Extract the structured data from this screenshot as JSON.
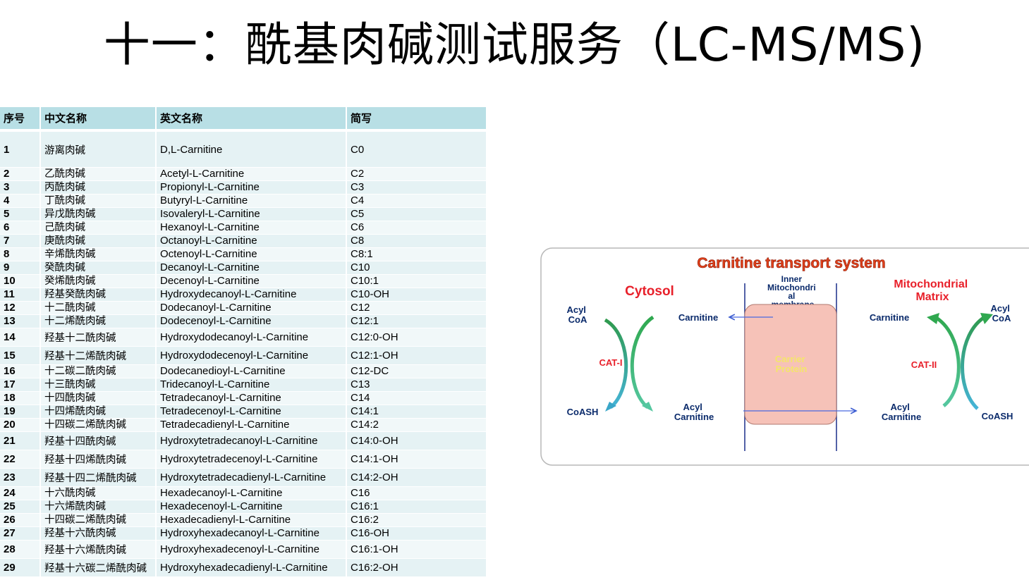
{
  "slide": {
    "title": "十一：酰基肉碱测试服务（LC-MS/MS)"
  },
  "table": {
    "headers": [
      "序号",
      "中文名称",
      "英文名称",
      "简写"
    ],
    "rows": [
      {
        "no": "1",
        "cn": "游离肉碱",
        "en": "D,L-Carnitine",
        "abbr": "C0",
        "size": "tall"
      },
      {
        "no": "2",
        "cn": "乙酰肉碱",
        "en": "Acetyl-L-Carnitine",
        "abbr": "C2",
        "size": "std"
      },
      {
        "no": "3",
        "cn": "丙酰肉碱",
        "en": "Propionyl-L-Carnitine",
        "abbr": "C3",
        "size": "std"
      },
      {
        "no": "4",
        "cn": "丁酰肉碱",
        "en": "Butyryl-L-Carnitine",
        "abbr": "C4",
        "size": "std"
      },
      {
        "no": "5",
        "cn": "异戊酰肉碱",
        "en": "Isovaleryl-L-Carnitine",
        "abbr": "C5",
        "size": "std"
      },
      {
        "no": "6",
        "cn": "己酰肉碱",
        "en": "Hexanoyl-L-Carnitine",
        "abbr": "C6",
        "size": "std"
      },
      {
        "no": "7",
        "cn": "庚酰肉碱",
        "en": "Octanoyl-L-Carnitine",
        "abbr": "C8",
        "size": "std"
      },
      {
        "no": "8",
        "cn": "辛烯酰肉碱",
        "en": "Octenoyl-L-Carnitine",
        "abbr": "C8:1",
        "size": "std"
      },
      {
        "no": "9",
        "cn": "癸酰肉碱",
        "en": "Decanoyl-L-Carnitine",
        "abbr": "C10",
        "size": "std"
      },
      {
        "no": "10",
        "cn": "癸烯酰肉碱",
        "en": "Decenoyl-L-Carnitine",
        "abbr": "C10:1",
        "size": "std"
      },
      {
        "no": "11",
        "cn": "羟基癸酰肉碱",
        "en": "Hydroxydecanoyl-L-Carnitine",
        "abbr": "C10-OH",
        "size": "std"
      },
      {
        "no": "12",
        "cn": "十二酰肉碱",
        "en": "Dodecanoyl-L-Carnitine",
        "abbr": "C12",
        "size": "std"
      },
      {
        "no": "13",
        "cn": "十二烯酰肉碱",
        "en": "Dodecenoyl-L-Carnitine",
        "abbr": "C12:1",
        "size": "std"
      },
      {
        "no": "14",
        "cn": "羟基十二酰肉碱",
        "en": "Hydroxydodecanoyl-L-Carnitine",
        "abbr": "C12:0-OH",
        "size": "mid"
      },
      {
        "no": "15",
        "cn": "羟基十二烯酰肉碱",
        "en": "Hydroxydodecenoyl-L-Carnitine",
        "abbr": "C12:1-OH",
        "size": "mid"
      },
      {
        "no": "16",
        "cn": "十二碳二酰肉碱",
        "en": "Dodecanedioyl-L-Carnitine",
        "abbr": "C12-DC",
        "size": "std"
      },
      {
        "no": "17",
        "cn": "十三酰肉碱",
        "en": "Tridecanoyl-L-Carnitine",
        "abbr": "C13",
        "size": "std"
      },
      {
        "no": "18",
        "cn": "十四酰肉碱",
        "en": "Tetradecanoyl-L-Carnitine",
        "abbr": "C14",
        "size": "std"
      },
      {
        "no": "19",
        "cn": "十四烯酰肉碱",
        "en": "Tetradecenoyl-L-Carnitine",
        "abbr": "C14:1",
        "size": "std"
      },
      {
        "no": "20",
        "cn": "十四碳二烯酰肉碱",
        "en": "Tetradecadienyl-L-Carnitine",
        "abbr": "C14:2",
        "size": "std"
      },
      {
        "no": "21",
        "cn": "羟基十四酰肉碱",
        "en": "Hydroxytetradecanoyl-L-Carnitine",
        "abbr": "C14:0-OH",
        "size": "mid"
      },
      {
        "no": "22",
        "cn": "羟基十四烯酰肉碱",
        "en": "Hydroxytetradecenoyl-L-Carnitine",
        "abbr": "C14:1-OH",
        "size": "mid"
      },
      {
        "no": "23",
        "cn": "羟基十四二烯酰肉碱",
        "en": "Hydroxytetradecadienyl-L-Carnitine",
        "abbr": "C14:2-OH",
        "size": "mid"
      },
      {
        "no": "24",
        "cn": "十六酰肉碱",
        "en": "Hexadecanoyl-L-Carnitine",
        "abbr": "C16",
        "size": "std"
      },
      {
        "no": "25",
        "cn": "十六烯酰肉碱",
        "en": "Hexadecenoyl-L-Carnitine",
        "abbr": "C16:1",
        "size": "std"
      },
      {
        "no": "26",
        "cn": "十四碳二烯酰肉碱",
        "en": "Hexadecadienyl-L-Carnitine",
        "abbr": "C16:2",
        "size": "std"
      },
      {
        "no": "27",
        "cn": "羟基十六酰肉碱",
        "en": "Hydroxyhexadecanoyl-L-Carnitine",
        "abbr": "C16-OH",
        "size": "std"
      },
      {
        "no": "28",
        "cn": "羟基十六烯酰肉碱",
        "en": "Hydroxyhexadecenoyl-L-Carnitine",
        "abbr": "C16:1-OH",
        "size": "mid"
      },
      {
        "no": "29",
        "cn": "羟基十六碳二烯酰肉碱",
        "en": "Hydroxyhexadecadienyl-L-Carnitine",
        "abbr": "C16:2-OH",
        "size": "mid"
      }
    ]
  },
  "diagram": {
    "title": "Carnitine transport system",
    "cytosol": "Cytosol",
    "membrane_lines": [
      "Inner",
      "Mitochondri",
      "al",
      "membrane"
    ],
    "matrix_lines": [
      "Mitochondrial",
      "Matrix"
    ],
    "acyl_coa_left": [
      "Acyl",
      "CoA"
    ],
    "acyl_coa_right": [
      "Acyl",
      "CoA"
    ],
    "carnitine_left": "Carnitine",
    "carnitine_right": "Carnitine",
    "cat1": "CAT-I",
    "cat2": "CAT-II",
    "carrier_lines": [
      "Carrier",
      "Protein"
    ],
    "coash_left": "CoASH",
    "coash_right": "CoASH",
    "acyl_carnitine_left": [
      "Acyl",
      "Carnitine"
    ],
    "acyl_carnitine_right": [
      "Acyl",
      "Carnitine"
    ],
    "colors": {
      "title_red": "#e0401a",
      "label_red": "#e8202a",
      "navy": "#0a2a6b",
      "arrow_green": "#2fa84f",
      "arrow_teal": "#3aa6c8",
      "carrier_fill": "#f6c2b8",
      "carrier_text": "#f4e66a",
      "membrane_line": "#1a2f8a"
    }
  }
}
